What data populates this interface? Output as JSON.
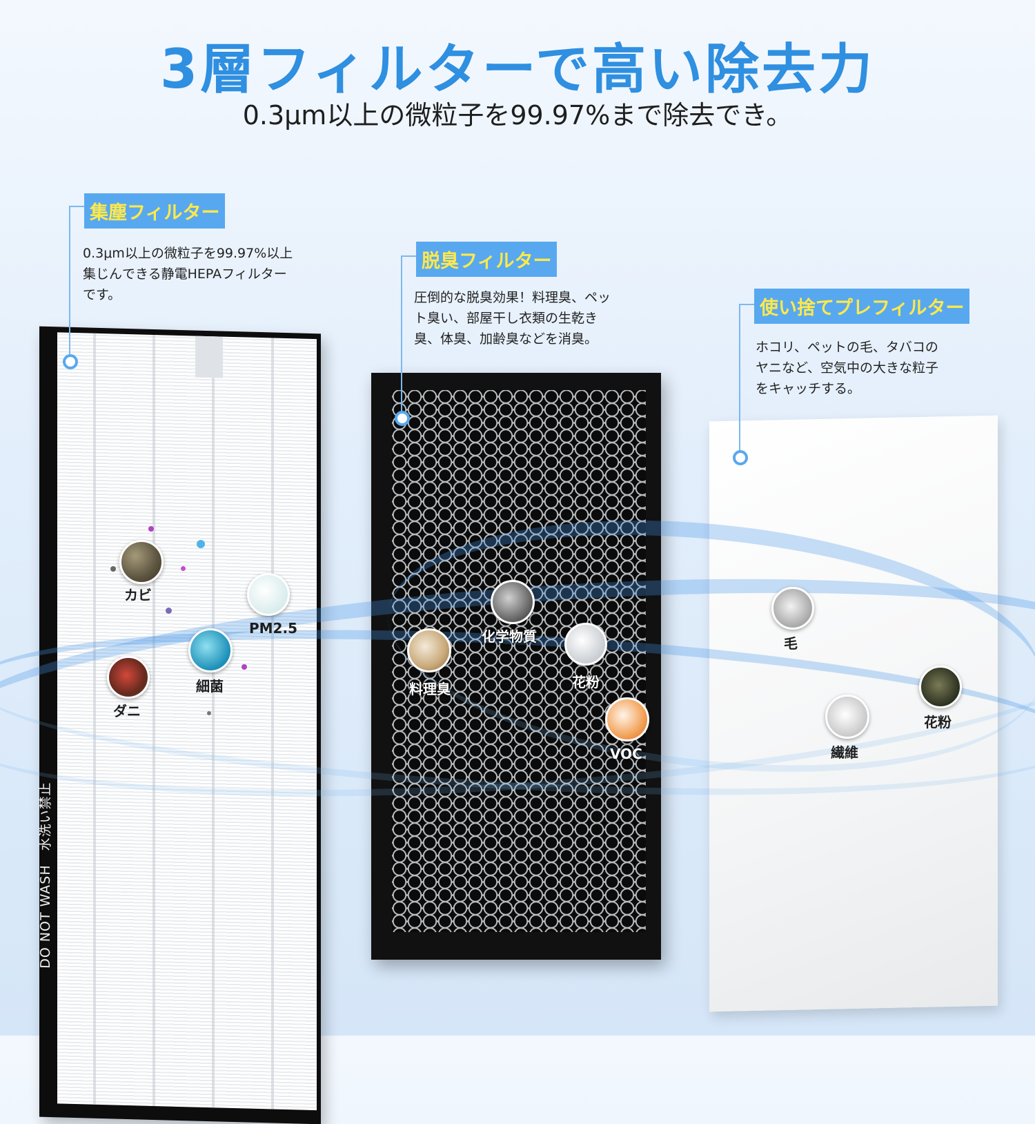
{
  "header": {
    "title": "3層フィルターで高い除去力",
    "subtitle": "0.3μm以上の微粒子を99.97%まで除去でき。"
  },
  "filters": [
    {
      "tag": "集塵フィルター",
      "desc_lines": [
        "0.3μm以上の微粒子を99.97%以上",
        "集じんできる静電HEPAフィルター",
        "です。"
      ],
      "printed_text": "DO NOT WASH　水洗い禁止",
      "particles": [
        "カビ",
        "PM2.5",
        "細菌",
        "ダニ"
      ]
    },
    {
      "tag": "脱臭フィルター",
      "desc_lines": [
        "圧倒的な脱臭効果！料理臭、ペッ",
        "ト臭い、部屋干し衣類の生乾き",
        "臭、体臭、加齢臭などを消臭。"
      ],
      "particles": [
        "化学物質",
        "料理臭",
        "花粉",
        "VOC"
      ]
    },
    {
      "tag": "使い捨てプレフィルター",
      "desc_lines": [
        "ホコリ、ペットの毛、タバコの",
        "ヤニなど、空気中の大きな粒子",
        "をキャッチする。"
      ],
      "particles": [
        "毛",
        "花粉",
        "繊維"
      ]
    }
  ],
  "colors": {
    "title": "#2f8fe0",
    "tag_bg": "#58a8ef",
    "tag_text": "#ffe94a",
    "leader": "#7cb8ee"
  }
}
